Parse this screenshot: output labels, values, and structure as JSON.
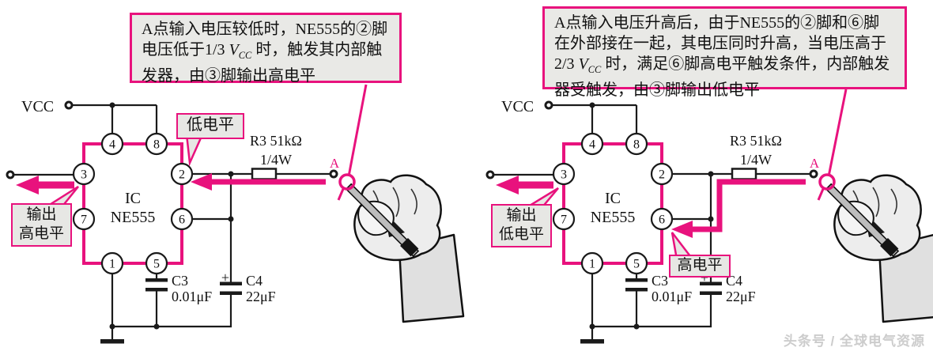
{
  "colors": {
    "magenta": "#e8127d",
    "wire": "#1a1a1a",
    "tagfill": "#e7e7e4",
    "calloutfill": "#e9e9e6",
    "watermark": "#cccccc"
  },
  "watermark": {
    "text": "头条号 / 全球电气资源"
  },
  "left": {
    "callout": {
      "before_vcc": "A点输入电压较低时，NE555的②脚电压低于1/3 ",
      "vcc_base": "V",
      "vcc_sub": "CC",
      "after_vcc": " 时，触发其内部触发器，由③脚输出高电平"
    },
    "vcc": "VCC",
    "ic_line1": "IC",
    "ic_line2": "NE555",
    "pins": {
      "p1": "1",
      "p2": "2",
      "p3": "3",
      "p4": "4",
      "p5": "5",
      "p6": "6",
      "p7": "7",
      "p8": "8"
    },
    "r3_label": "R3 51kΩ",
    "r3_power": "1/4W",
    "c3_label": "C3",
    "c3_value": "0.01μF",
    "c4_label": "C4",
    "c4_polarity": "+",
    "c4_value": "22μF",
    "point_a": "A",
    "tag_pin2": "低电平",
    "tag_out_line1": "输出",
    "tag_out_line2": "高电平"
  },
  "right": {
    "callout": {
      "before_vcc": "A点输入电压升高后，由于NE555的②脚和⑥脚在外部接在一起，其电压同时升高，当电压高于2/3 ",
      "vcc_base": "V",
      "vcc_sub": "CC",
      "after_vcc": " 时，满足⑥脚高电平触发条件，内部触发器受触发，由③脚输出低电平"
    },
    "vcc": "VCC",
    "ic_line1": "IC",
    "ic_line2": "NE555",
    "pins": {
      "p1": "1",
      "p2": "2",
      "p3": "3",
      "p4": "4",
      "p5": "5",
      "p6": "6",
      "p7": "7",
      "p8": "8"
    },
    "r3_label": "R3 51kΩ",
    "r3_power": "1/4W",
    "c3_label": "C3",
    "c3_value": "0.01μF",
    "c4_label": "C4",
    "c4_polarity": "+",
    "c4_value": "22μF",
    "point_a": "A",
    "tag_pin6": "高电平",
    "tag_out_line1": "输出",
    "tag_out_line2": "低电平"
  }
}
